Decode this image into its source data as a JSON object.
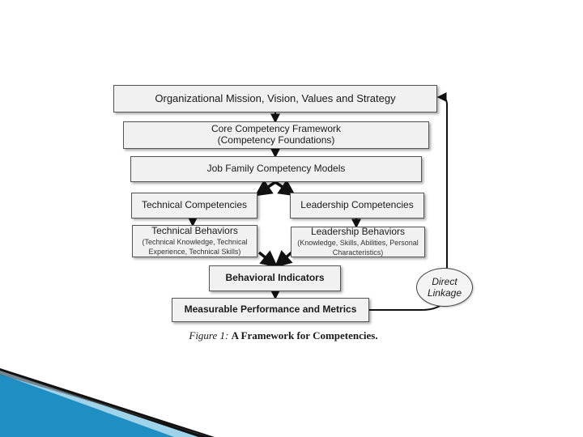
{
  "diagram": {
    "mission": "Organizational Mission, Vision, Values and Strategy",
    "core_title": "Core Competency Framework",
    "core_subtitle": "(Competency Foundations)",
    "job_family": "Job Family Competency Models",
    "technical_competencies": "Technical Competencies",
    "leadership_competencies": "Leadership Competencies",
    "technical_behaviors_title": "Technical Behaviors",
    "technical_behaviors_line1": "(Technical Knowledge, Technical",
    "technical_behaviors_line2": "Experience, Technical Skills)",
    "leadership_behaviors_title": "Leadership Behaviors",
    "leadership_behaviors_line1": "(Knowledge, Skills, Abilities, Personal",
    "leadership_behaviors_line2": "Characteristics)",
    "behavioral_indicators": "Behavioral Indicators",
    "measurable": "Measurable Performance and Metrics",
    "linkage_line1": "Direct",
    "linkage_line2": "Linkage"
  },
  "caption": {
    "figure_label": "Figure 1:",
    "title": "A Framework for Competencies."
  },
  "colors": {
    "box_fill": "#f1f1f1",
    "box_border": "#555555",
    "arrow": "#111111",
    "wedge_blue": "#1f8fc3",
    "wedge_light": "#9fd3ea"
  }
}
